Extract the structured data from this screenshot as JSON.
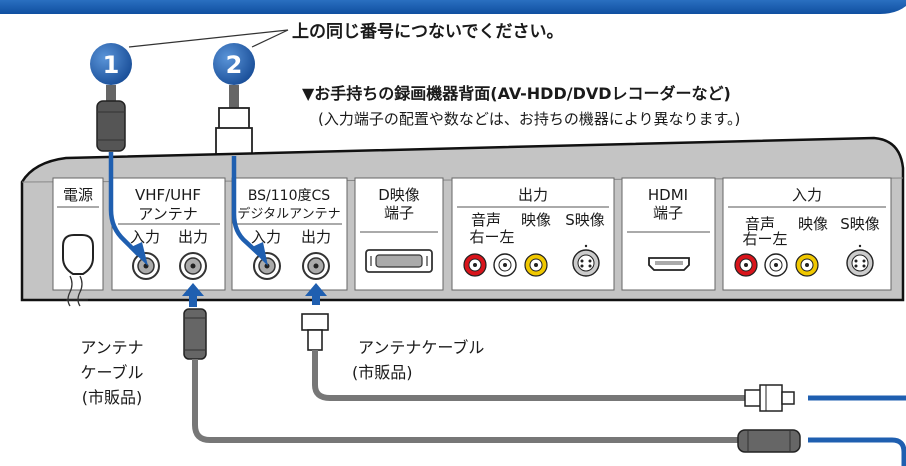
{
  "note": "上の同じ番号につないでください。",
  "markers": [
    "1",
    "2"
  ],
  "device": {
    "heading": "▼お手持ちの録画機器背面(AV-HDD/DVDレコーダーなど)",
    "subheading": "(入力端子の配置や数などは、お持ちの機器により異なります。)",
    "sections": {
      "power": "電源",
      "vhf_title": "VHF/UHF",
      "vhf_subtitle": "アンテナ",
      "bs_title": "BS/110度CS",
      "bs_subtitle": "デジタルアンテナ",
      "d_video_1": "D映像",
      "d_video_2": "端子",
      "output": "出力",
      "hdmi_1": "HDMI",
      "hdmi_2": "端子",
      "input": "入力"
    },
    "labels": {
      "in": "入力",
      "out": "出力",
      "audio": "音声",
      "video": "映像",
      "svideo": "S映像",
      "right_left": "右ー左"
    }
  },
  "cables": {
    "antenna_left_1": "アンテナ",
    "antenna_left_2": "ケーブル",
    "antenna_left_3": "(市販品)",
    "antenna_right_1": "アンテナケーブル",
    "antenna_right_2": "(市販品)"
  },
  "colors": {
    "accent_blue": "#1f5fb0",
    "rca_red": "#d9141b",
    "rca_white": "#ffffff",
    "rca_yellow": "#f0c800",
    "device_body": "#c4c4c4",
    "panel": "#ffffff"
  }
}
